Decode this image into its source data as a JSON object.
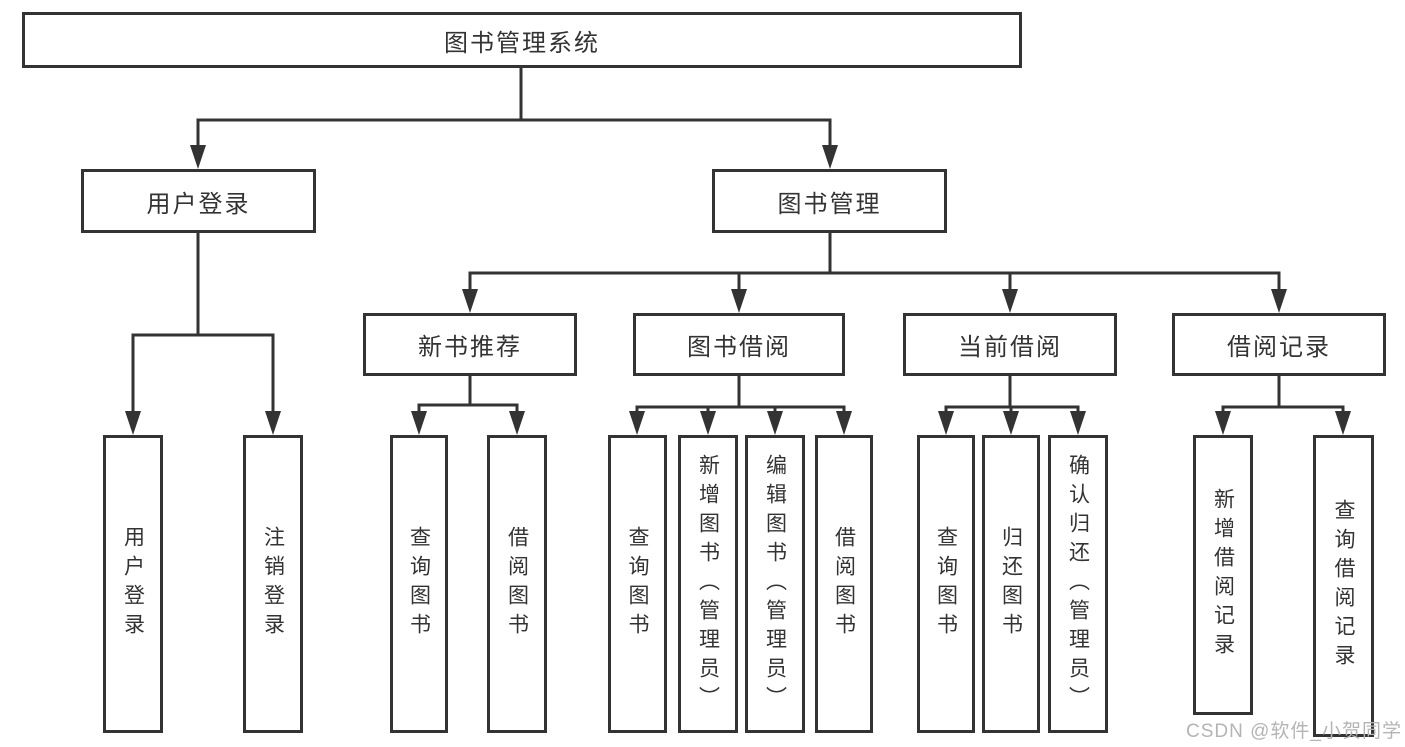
{
  "tree": {
    "label": "图书管理系统",
    "children": [
      {
        "label": "用户登录",
        "children": [
          {
            "label": "用户登录"
          },
          {
            "label": "注销登录"
          }
        ]
      },
      {
        "label": "图书管理",
        "children": [
          {
            "label": "新书推荐",
            "children": [
              {
                "label": "查询图书"
              },
              {
                "label": "借阅图书"
              }
            ]
          },
          {
            "label": "图书借阅",
            "children": [
              {
                "label": "查询图书"
              },
              {
                "label": "新增图书（管理员）"
              },
              {
                "label": "编辑图书（管理员）"
              },
              {
                "label": "借阅图书"
              }
            ]
          },
          {
            "label": "当前借阅",
            "children": [
              {
                "label": "查询图书"
              },
              {
                "label": "归还图书"
              },
              {
                "label": "确认归还（管理员）"
              }
            ]
          },
          {
            "label": "借阅记录",
            "children": [
              {
                "label": "新增借阅记录"
              },
              {
                "label": "查询借阅记录"
              }
            ]
          }
        ]
      }
    ]
  },
  "watermark": {
    "text": "CSDN @软件_小贺同学"
  },
  "colors": {
    "line": "#333333",
    "text": "#333333",
    "background": "#ffffff",
    "watermark": "#b4b4b4"
  }
}
